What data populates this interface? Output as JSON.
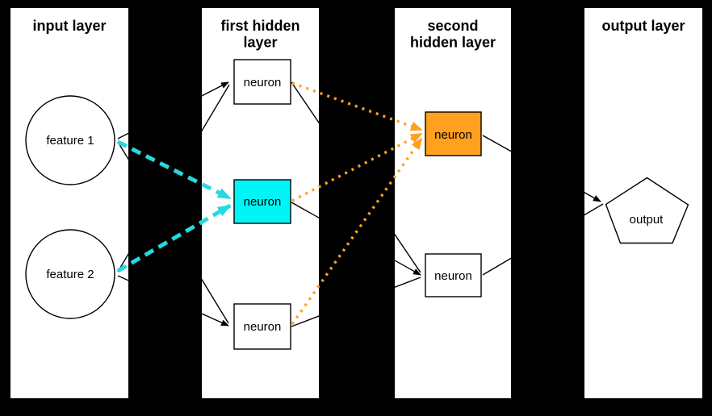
{
  "diagram": {
    "type": "neural-network-architecture",
    "background": "#000000",
    "colors": {
      "panel_fill": "#ffffff",
      "node_stroke": "#000000",
      "edge_black": "#000000",
      "highlight_cyan": "#00f6f6",
      "cyan_arrow": "#26d8df",
      "highlight_orange": "#ffa01e",
      "orange_arrow": "#ffa01e"
    },
    "layers": [
      {
        "title_lines": [
          "input layer"
        ],
        "nodes": [
          {
            "label": "feature 1",
            "shape": "circle",
            "highlight": "none"
          },
          {
            "label": "feature 2",
            "shape": "circle",
            "highlight": "none"
          }
        ]
      },
      {
        "title_lines": [
          "first hidden",
          "layer"
        ],
        "nodes": [
          {
            "label": "neuron",
            "shape": "rect",
            "highlight": "none"
          },
          {
            "label": "neuron",
            "shape": "rect",
            "highlight": "cyan"
          },
          {
            "label": "neuron",
            "shape": "rect",
            "highlight": "none"
          }
        ]
      },
      {
        "title_lines": [
          "second",
          "hidden layer"
        ],
        "nodes": [
          {
            "label": "neuron",
            "shape": "rect",
            "highlight": "orange"
          },
          {
            "label": "neuron",
            "shape": "rect",
            "highlight": "none"
          }
        ]
      },
      {
        "title_lines": [
          "output layer"
        ],
        "nodes": [
          {
            "label": "output",
            "shape": "pentagon",
            "highlight": "none"
          }
        ]
      }
    ],
    "edges": [
      {
        "from": "feature 1",
        "to": "first hidden neuron (top)",
        "style": "black-solid-arrow"
      },
      {
        "from": "feature 1",
        "to": "first hidden neuron (bottom)",
        "style": "black-solid-arrow"
      },
      {
        "from": "feature 2",
        "to": "first hidden neuron (top)",
        "style": "black-solid-arrow"
      },
      {
        "from": "feature 2",
        "to": "first hidden neuron (bottom)",
        "style": "black-solid-arrow"
      },
      {
        "from": "feature 1",
        "to": "first hidden neuron (middle, cyan)",
        "style": "cyan-dashed-arrow"
      },
      {
        "from": "feature 2",
        "to": "first hidden neuron (middle, cyan)",
        "style": "cyan-dashed-arrow"
      },
      {
        "from": "first hidden neuron (top)",
        "to": "second hidden neuron (top, orange)",
        "style": "orange-dotted-arrow"
      },
      {
        "from": "first hidden neuron (middle, cyan)",
        "to": "second hidden neuron (top, orange)",
        "style": "orange-dotted-arrow"
      },
      {
        "from": "first hidden neuron (bottom)",
        "to": "second hidden neuron (top, orange)",
        "style": "orange-dotted-arrow"
      },
      {
        "from": "first hidden neuron (top)",
        "to": "second hidden neuron (bottom)",
        "style": "black-solid-arrow"
      },
      {
        "from": "first hidden neuron (middle, cyan)",
        "to": "second hidden neuron (bottom)",
        "style": "black-solid-arrow"
      },
      {
        "from": "first hidden neuron (bottom)",
        "to": "second hidden neuron (bottom)",
        "style": "black-solid-arrow"
      },
      {
        "from": "second hidden neuron (top, orange)",
        "to": "output",
        "style": "black-solid-arrow"
      },
      {
        "from": "second hidden neuron (bottom)",
        "to": "output",
        "style": "black-solid-arrow"
      }
    ]
  }
}
